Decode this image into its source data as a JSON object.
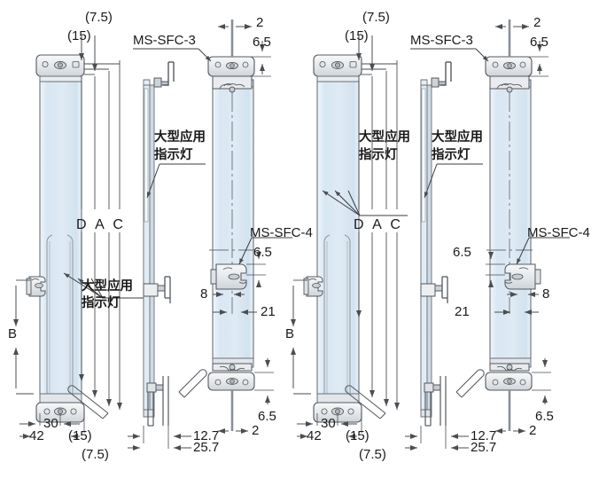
{
  "drawing": {
    "title": "Safety light curtain mounting dimensional drawings",
    "units": "mm",
    "colors": {
      "body_fill": "#dfeaf4",
      "body_edge": "#6a7076",
      "bracket_fill": "#eceef0",
      "bracket_edge": "#55595e",
      "dimension_line": "#4a4e52",
      "text": "#1a1a1a",
      "metal_fill": "#c8cdd2"
    },
    "views": [
      {
        "id": "view-1",
        "name": "front-view-left",
        "description": "Front view of light curtain with MS-SFC-3 top bracket"
      },
      {
        "id": "view-2",
        "name": "side-view-left",
        "description": "Side view of light curtain"
      },
      {
        "id": "view-3",
        "name": "detail-view-left",
        "description": "Bracket detail view MS-SFC-3 / MS-SFC-4"
      },
      {
        "id": "view-4",
        "name": "front-view-right",
        "description": "Front view of light curtain (mirror) with MS-SFC-3 top bracket"
      },
      {
        "id": "view-5",
        "name": "side-view-right",
        "description": "Side view of light curtain (mirror)"
      },
      {
        "id": "view-6",
        "name": "detail-view-right",
        "description": "Bracket detail view MS-SFC-3 / MS-SFC-4 (mirror)"
      }
    ],
    "labels": {
      "group_left": {
        "dim_7_5_top": "(7.5)",
        "dim_15_top": "(15)",
        "part_top": "MS-SFC-3",
        "dim_2": "2",
        "dim_6_5_top": "6.5",
        "callout_indicator_side": "大型应用\n指示灯",
        "callout_indicator_side_l1": "大型应用",
        "callout_indicator_side_l2": "指示灯",
        "dac": "D A C",
        "part_mid": "MS-SFC-4",
        "dim_6_5_mid": "6.5",
        "dim_8": "8",
        "dim_21": "21",
        "callout_indicator_front_l1": "大型应用",
        "callout_indicator_front_l2": "指示灯",
        "dim_B": "B",
        "dim_30": "30",
        "dim_42": "42",
        "dim_15_bottom": "(15)",
        "dim_7_5_bottom": "(7.5)",
        "dim_12_7": "12.7",
        "dim_25_7": "25.7",
        "dim_6_5_bottom": "6.5",
        "dim_2_bottom": "2"
      },
      "group_right": {
        "dim_7_5_top": "(7.5)",
        "dim_15_top": "(15)",
        "part_top": "MS-SFC-3",
        "dim_2": "2",
        "dim_6_5_top": "6.5",
        "callout_indicator_side_l1": "大型应用",
        "callout_indicator_side_l2": "指示灯",
        "dac": "D A C",
        "part_mid": "MS-SFC-4",
        "dim_6_5_mid": "6.5",
        "dim_8": "8",
        "dim_21": "21",
        "callout_indicator_front_l1": "大型应用",
        "callout_indicator_front_l2": "指示灯",
        "dim_B": "B",
        "dim_30": "30",
        "dim_42": "42",
        "dim_15_bottom": "(15)",
        "dim_7_5_bottom": "(7.5)",
        "dim_12_7": "12.7",
        "dim_25_7": "25.7",
        "dim_6_5_bottom": "6.5",
        "dim_2_bottom": "2"
      }
    }
  }
}
